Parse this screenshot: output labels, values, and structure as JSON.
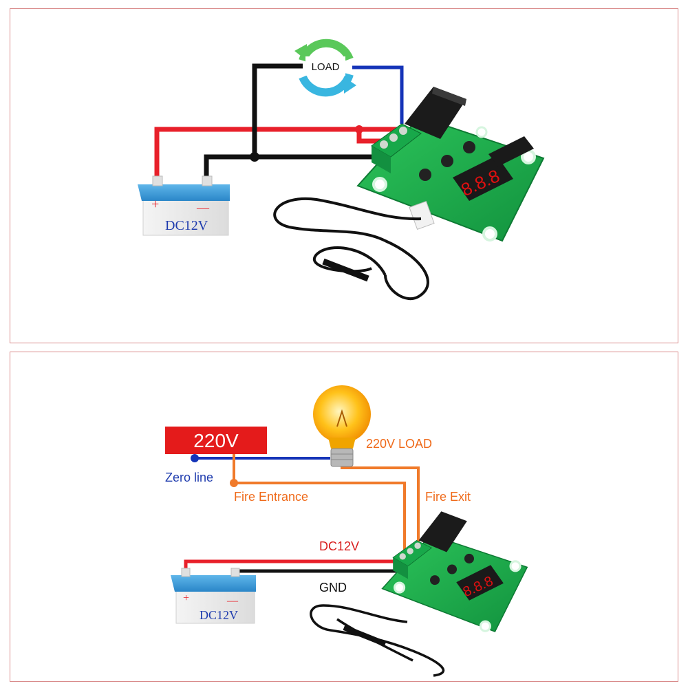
{
  "top_diagram": {
    "load_label": "LOAD",
    "battery": {
      "plus": "+",
      "minus": "—",
      "voltage": "DC12V"
    }
  },
  "bottom_diagram": {
    "source_voltage": "220V",
    "zero_line": "Zero line",
    "fire_entrance": "Fire Entrance",
    "fire_exit": "Fire Exit",
    "load_label": "220V LOAD",
    "dc_label": "DC12V",
    "gnd_label": "GND",
    "battery": {
      "plus": "+",
      "minus": "—",
      "voltage": "DC12V"
    }
  },
  "colors": {
    "wire_positive": "#e8202a",
    "wire_ground": "#111111",
    "wire_neutral": "#1534b8",
    "wire_live": "#f07a2a",
    "board": "#1aa84a",
    "battery_top": "#3a9bd8",
    "label_blue": "#1f3cae",
    "label_orange": "#ef6a1a",
    "label_red": "#d81e1e"
  }
}
